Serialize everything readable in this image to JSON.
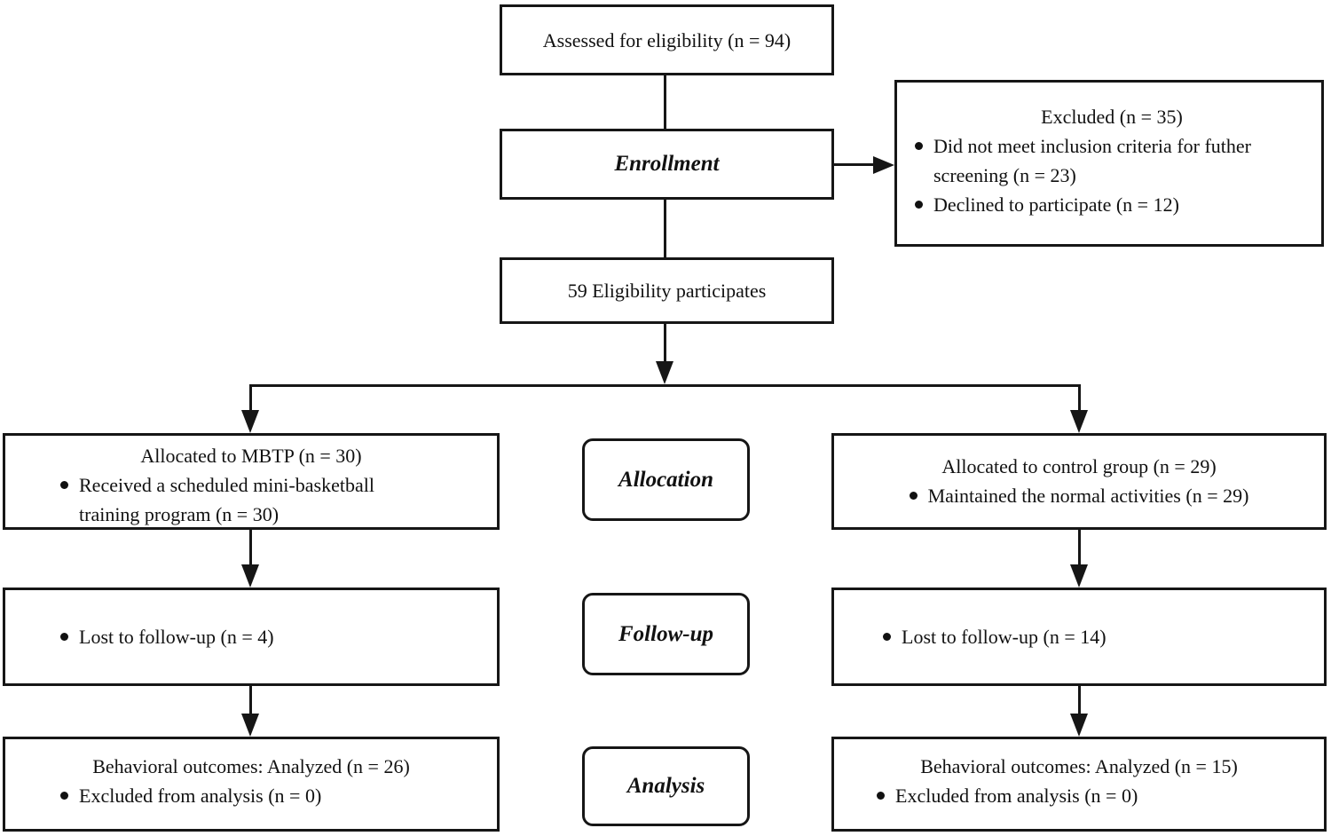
{
  "flowchart": {
    "assessed": {
      "text": "Assessed for eligibility (n = 94)"
    },
    "enrollment_label": "Enrollment",
    "excluded": {
      "title": "Excluded (n = 35)",
      "bullets": [
        "Did not meet inclusion criteria for futher screening (n = 23)",
        "Declined to participate (n = 12)"
      ]
    },
    "eligibility": {
      "text": "59 Eligibility participates"
    },
    "stages": {
      "allocation": "Allocation",
      "followup": "Follow-up",
      "analysis": "Analysis"
    },
    "mbtp_allocation": {
      "title": "Allocated to MBTP (n = 30)",
      "bullets": [
        "Received a scheduled mini-basketball training program (n = 30)"
      ]
    },
    "control_allocation": {
      "title": "Allocated to control group (n = 29)",
      "bullets": [
        "Maintained the normal activities (n = 29)"
      ]
    },
    "mbtp_followup": {
      "bullets": [
        "Lost to follow-up (n = 4)"
      ]
    },
    "control_followup": {
      "bullets": [
        "Lost to follow-up (n = 14)"
      ]
    },
    "mbtp_analysis": {
      "title": "Behavioral outcomes: Analyzed (n = 26)",
      "bullets": [
        "Excluded from analysis (n = 0)"
      ]
    },
    "control_analysis": {
      "title": "Behavioral outcomes: Analyzed (n = 15)",
      "bullets": [
        "Excluded from analysis (n = 0)"
      ]
    },
    "colors": {
      "line": "#161616",
      "text": "#111111",
      "background": "#ffffff"
    }
  }
}
